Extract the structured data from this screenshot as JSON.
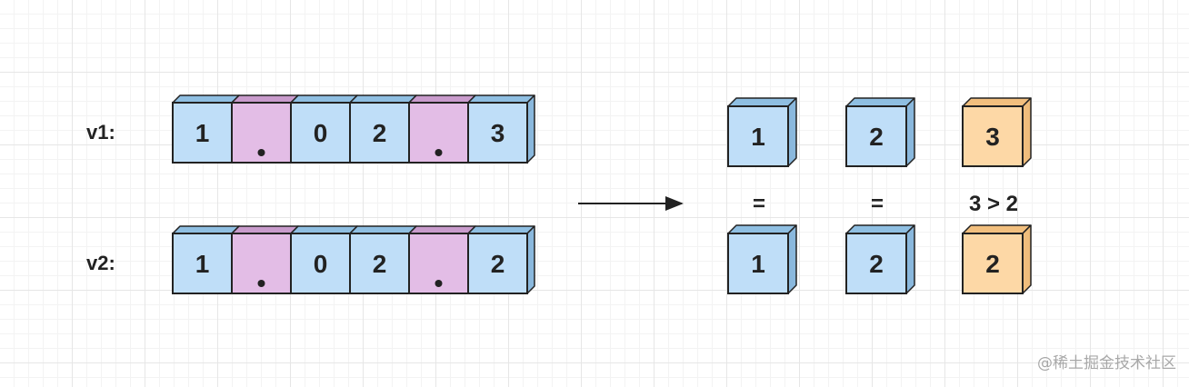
{
  "colors": {
    "digit_front": "#bfdef8",
    "digit_top": "#8fbfe2",
    "digit_side": "#8ab8dd",
    "dot_front": "#e3bde6",
    "dot_top": "#c99bcc",
    "dot_side": "#c99bcc",
    "highlight_front": "#fdd8a6",
    "highlight_top": "#f2bf7e",
    "highlight_side": "#efbd7c",
    "stroke": "#222222"
  },
  "rows": [
    {
      "label": "v1:",
      "cells": [
        {
          "text": "1",
          "kind": "digit"
        },
        {
          "text": ".",
          "kind": "dot"
        },
        {
          "text": "0",
          "kind": "digit"
        },
        {
          "text": "2",
          "kind": "digit"
        },
        {
          "text": ".",
          "kind": "dot"
        },
        {
          "text": "3",
          "kind": "digit"
        }
      ]
    },
    {
      "label": "v2:",
      "cells": [
        {
          "text": "1",
          "kind": "digit"
        },
        {
          "text": ".",
          "kind": "dot"
        },
        {
          "text": "0",
          "kind": "digit"
        },
        {
          "text": "2",
          "kind": "digit"
        },
        {
          "text": ".",
          "kind": "dot"
        },
        {
          "text": "2",
          "kind": "digit"
        }
      ]
    }
  ],
  "comparison": [
    {
      "top": "1",
      "op": "=",
      "bottom": "1",
      "kind": "digit"
    },
    {
      "top": "2",
      "op": "=",
      "bottom": "2",
      "kind": "digit"
    },
    {
      "top": "3",
      "op": "3 > 2",
      "bottom": "2",
      "kind": "highlight"
    }
  ],
  "watermark": "@稀土掘金技术社区"
}
